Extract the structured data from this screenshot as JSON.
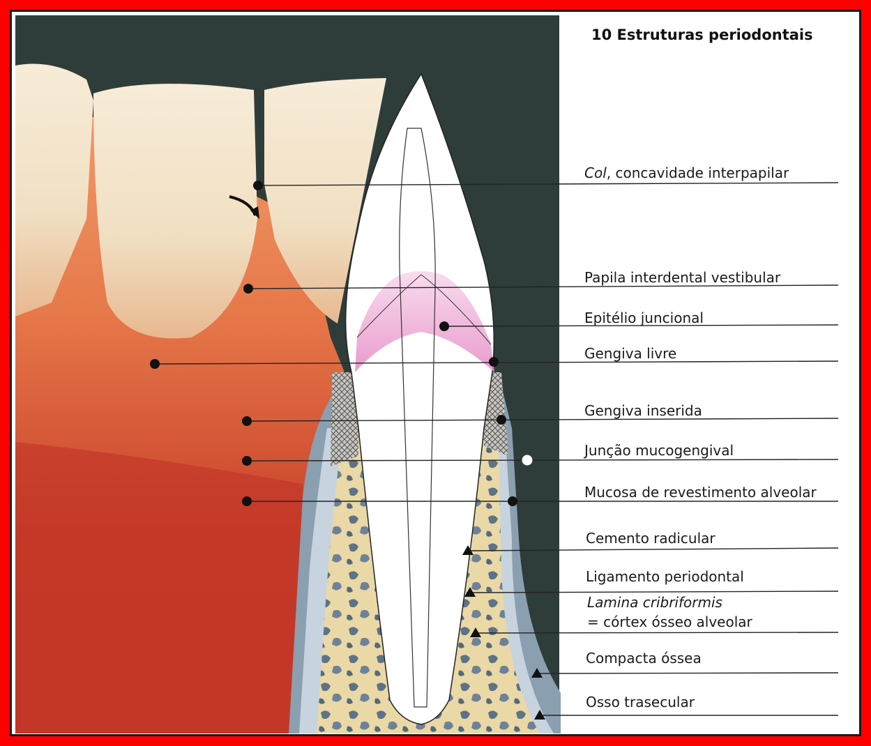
{
  "title": "10  Estruturas periodontais",
  "labels": [
    {
      "id": "col",
      "italic": "Col",
      "text": ", concavidade interpapilar"
    },
    {
      "id": "papila",
      "text": "Papila interdental vestibular"
    },
    {
      "id": "epitelio",
      "text": "Epitélio juncional"
    },
    {
      "id": "gengiva-livre",
      "text": "Gengiva livre"
    },
    {
      "id": "gengiva-inserida",
      "text": "Gengiva inserida"
    },
    {
      "id": "juncao",
      "text": "Junção mucogengival"
    },
    {
      "id": "mucosa",
      "text": "Mucosa de revestimento alveolar"
    },
    {
      "id": "cemento",
      "text": "Cemento radicular"
    },
    {
      "id": "ligamento",
      "text": "Ligamento periodontal"
    },
    {
      "id": "lamina",
      "italic": "Lamina cribriformis",
      "text2": "= córtex ósseo alveolar"
    },
    {
      "id": "compacta",
      "text": "Compacta óssea"
    },
    {
      "id": "osso",
      "text": "Osso trasecular"
    }
  ],
  "colors": {
    "border": "#ff0000",
    "background": "#2f3d3a",
    "gum": "#d9583a",
    "tooth": "#f3e6cf",
    "bone": "#ead8a6",
    "pink_epithelium": "#f0a0d0"
  }
}
